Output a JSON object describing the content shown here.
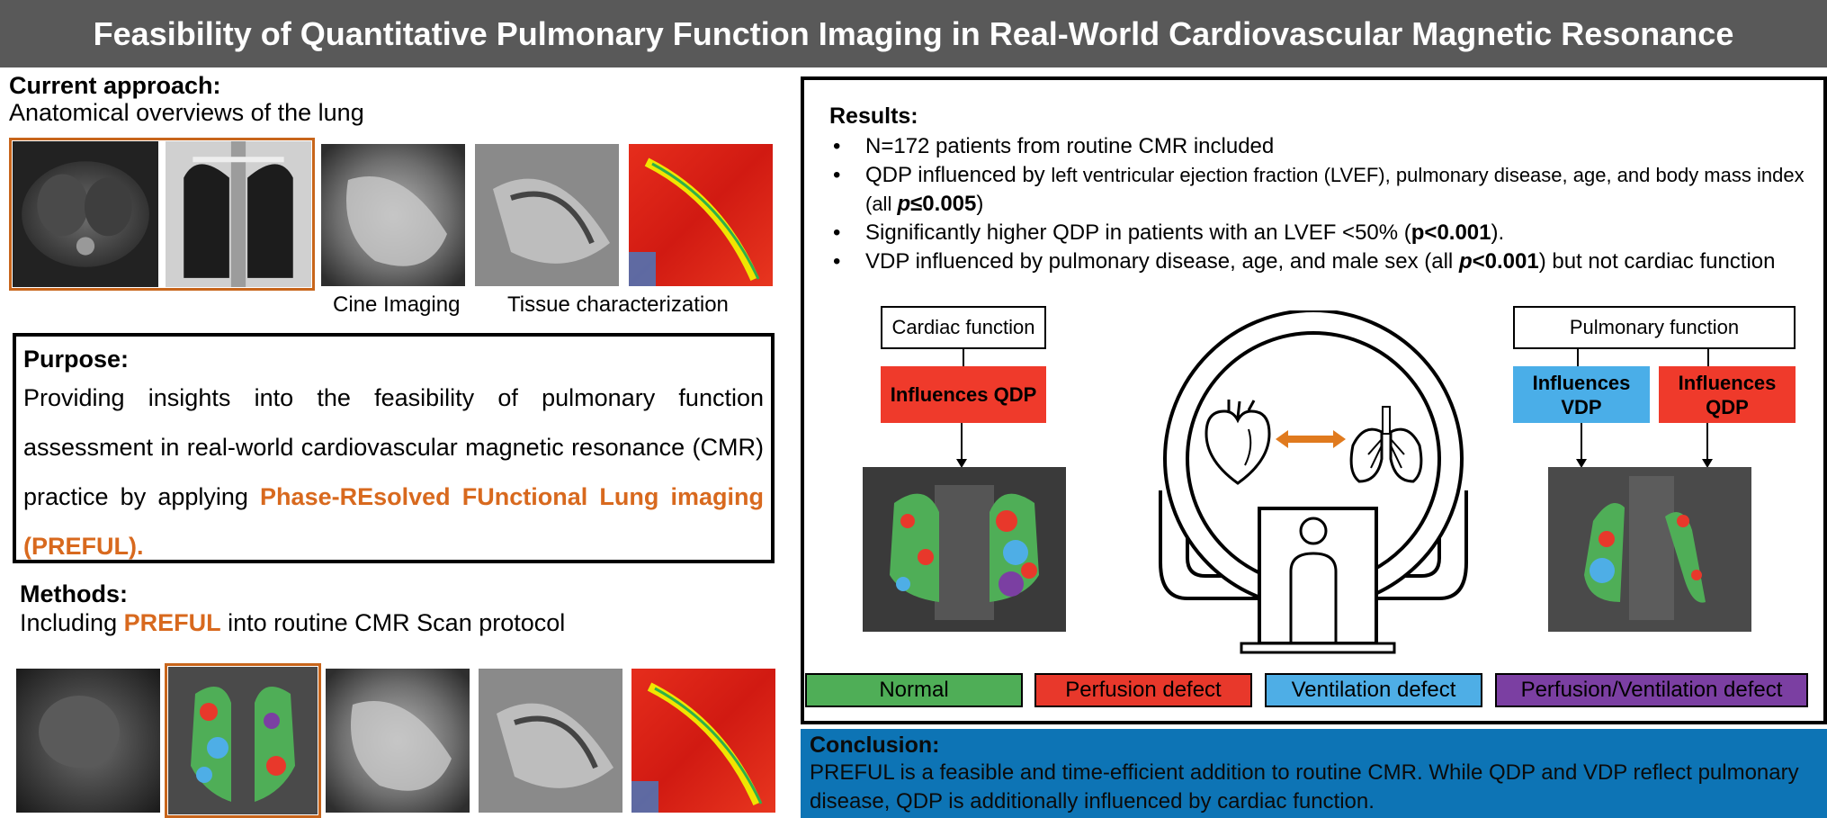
{
  "title": "Feasibility of Quantitative Pulmonary Function Imaging in Real-World Cardiovascular Magnetic Resonance",
  "current_approach": {
    "heading": "Current approach:",
    "subtitle": "Anatomical overviews of the lung",
    "captions": [
      "Cine Imaging",
      "Tissue characterization"
    ]
  },
  "purpose": {
    "heading": "Purpose:",
    "text_before": "Providing insights into the feasibility of pulmonary function assessment in real-world cardiovascular magnetic resonance (CMR) practice by applying ",
    "highlight": "Phase-REsolved FUnctional Lung imaging (PREFUL)."
  },
  "methods": {
    "heading": "Methods:",
    "text_before": "Including ",
    "highlight": "PREFUL",
    "text_after": " into routine CMR Scan protocol"
  },
  "results": {
    "heading": "Results:",
    "bullets": [
      {
        "parts": [
          {
            "t": "N=172 patients from routine CMR included",
            "s": "normal"
          }
        ]
      },
      {
        "parts": [
          {
            "t": "QDP influenced by ",
            "s": "normal"
          },
          {
            "t": "left ventricular ejection fraction (LVEF), pulmonary disease, age, and body mass index (all ",
            "s": "normal"
          },
          {
            "t": "p",
            "s": "bolditalic"
          },
          {
            "t": "≤0.005",
            "s": "bold"
          },
          {
            "t": ")",
            "s": "normal"
          }
        ]
      },
      {
        "parts": [
          {
            "t": "Significantly higher QDP in patients with an LVEF <50% (",
            "s": "normal"
          },
          {
            "t": "p<0.001",
            "s": "bold"
          },
          {
            "t": ").",
            "s": "normal"
          }
        ]
      },
      {
        "parts": [
          {
            "t": "VDP influenced by pulmonary disease, age, and male sex (all ",
            "s": "normal"
          },
          {
            "t": "p",
            "s": "bolditalic"
          },
          {
            "t": "<0.001",
            "s": "bold"
          },
          {
            "t": ") but not cardiac function",
            "s": "normal"
          }
        ]
      }
    ]
  },
  "diagram": {
    "cardiac_label": "Cardiac function",
    "pulmonary_label": "Pulmonary function",
    "influences_qdp": "Influences QDP",
    "influences_vdp": "Influences VDP"
  },
  "legend": [
    {
      "label": "Normal",
      "color": "#4fae57"
    },
    {
      "label": "Perfusion defect",
      "color": "#e8382b"
    },
    {
      "label": "Ventilation defect",
      "color": "#4eaee6"
    },
    {
      "label": "Perfusion/Ventilation defect",
      "color": "#7b3fa2"
    }
  ],
  "conclusion": {
    "heading": "Conclusion:",
    "text": "PREFUL is a feasible and time-efficient addition to routine CMR. While QDP and VDP reflect pulmonary disease, QDP is additionally influenced by cardiac function."
  },
  "colors": {
    "title_bg": "#595959",
    "accent_orange": "#d8691e",
    "influence_red": "#ef3a2b",
    "influence_blue": "#4aaee8",
    "conclusion_bg": "#0d74b5"
  }
}
